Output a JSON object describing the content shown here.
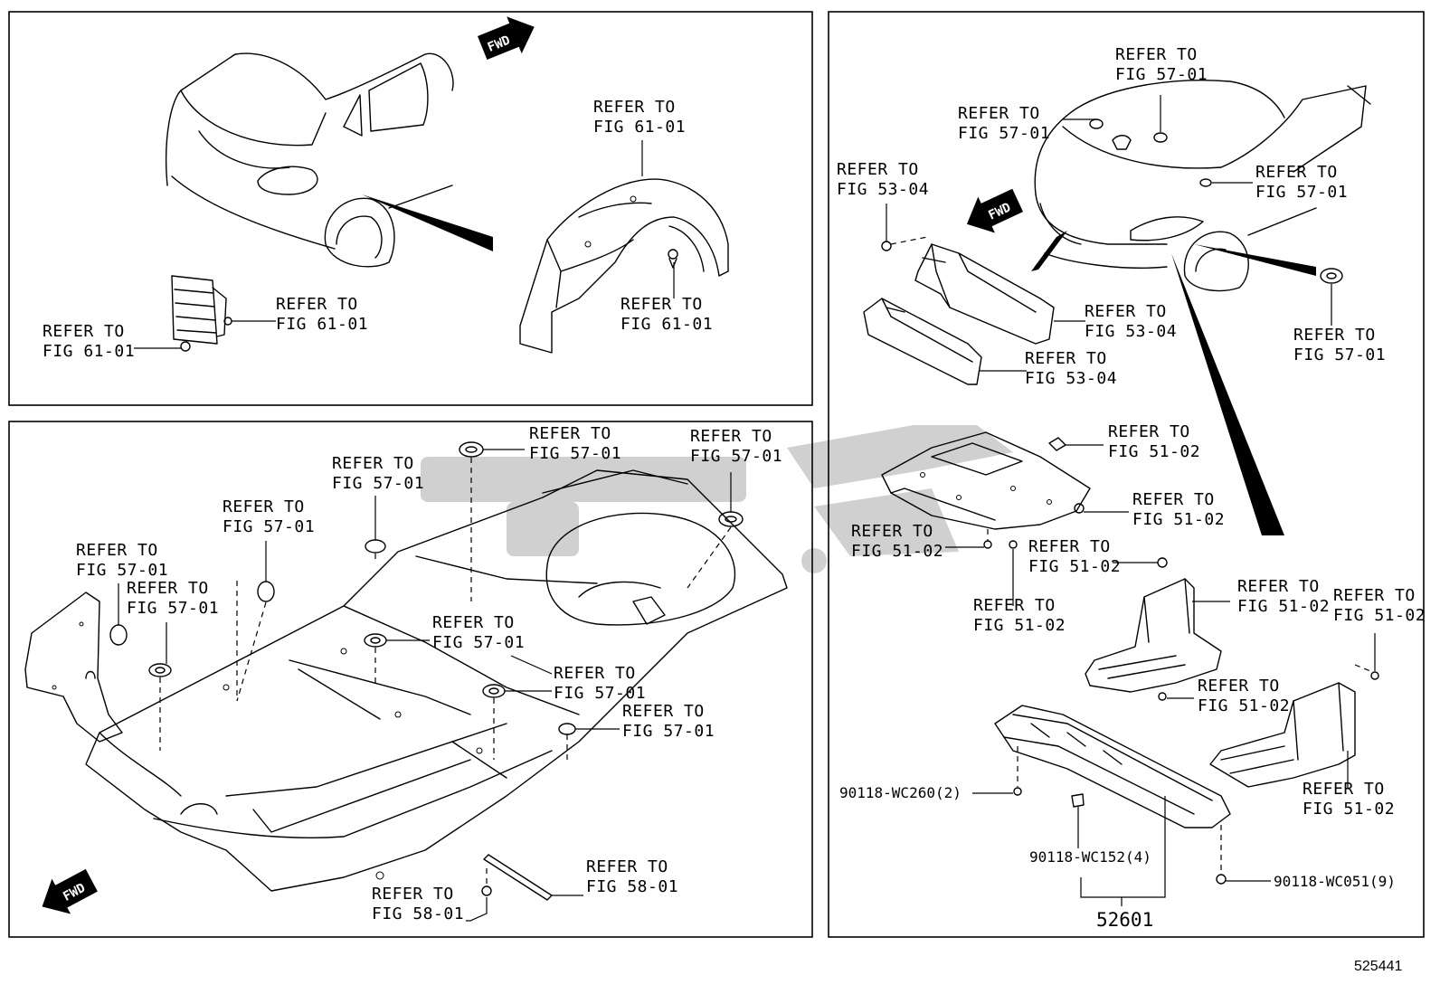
{
  "callouts": {
    "tl_fender": [
      "REFER TO",
      "FIG 61-01"
    ],
    "tl_bolt": [
      "REFER TO",
      "FIG 61-01"
    ],
    "tl_clip": [
      "REFER TO",
      "FIG 61-01"
    ],
    "tl_fastener": [
      "REFER TO",
      "FIG 61-01"
    ],
    "bl_c1": [
      "REFER TO",
      "FIG 57-01"
    ],
    "bl_c2": [
      "REFER TO",
      "FIG 57-01"
    ],
    "bl_c3": [
      "REFER TO",
      "FIG 57-01"
    ],
    "bl_c4": [
      "REFER TO",
      "FIG 57-01"
    ],
    "bl_c5": [
      "REFER TO",
      "FIG 57-01"
    ],
    "bl_c6": [
      "REFER TO",
      "FIG 57-01"
    ],
    "bl_c7": [
      "REFER TO",
      "FIG 57-01"
    ],
    "bl_c8": [
      "REFER TO",
      "FIG 57-01"
    ],
    "bl_c9": [
      "REFER TO",
      "FIG 57-01"
    ],
    "bl_brace": [
      "REFER TO",
      "FIG 58-01"
    ],
    "bl_nut": [
      "REFER TO",
      "FIG 58-01"
    ],
    "r_top1": [
      "REFER TO",
      "FIG 57-01"
    ],
    "r_top2": [
      "REFER TO",
      "FIG 57-01"
    ],
    "r_top3": [
      "REFER TO",
      "FIG 57-01"
    ],
    "r_grom": [
      "REFER TO",
      "FIG 57-01"
    ],
    "r_clip534": [
      "REFER TO",
      "FIG 53-04"
    ],
    "r_duct1": [
      "REFER TO",
      "FIG 53-04"
    ],
    "r_duct2": [
      "REFER TO",
      "FIG 53-04"
    ],
    "r_u1": [
      "REFER TO",
      "FIG 51-02"
    ],
    "r_u2": [
      "REFER TO",
      "FIG 51-02"
    ],
    "r_u3": [
      "REFER TO",
      "FIG 51-02"
    ],
    "r_u4": [
      "REFER TO",
      "FIG 51-02"
    ],
    "r_u5": [
      "REFER TO",
      "FIG 51-02"
    ],
    "r_u6": [
      "REFER TO",
      "FIG 51-02"
    ],
    "r_u7": [
      "REFER TO",
      "FIG 51-02"
    ],
    "r_u8": [
      "REFER TO",
      "FIG 51-02"
    ],
    "r_u9": [
      "REFER TO",
      "FIG 51-02"
    ]
  },
  "fwd_label": "FWD",
  "part_numbers": {
    "wc260": "90118-WC260(2)",
    "wc152": "90118-WC152(4)",
    "wc051": "90118-WC051(9)",
    "main_part": "52601"
  },
  "diagram_id": "525441",
  "watermark_color": "#c8c8c8"
}
